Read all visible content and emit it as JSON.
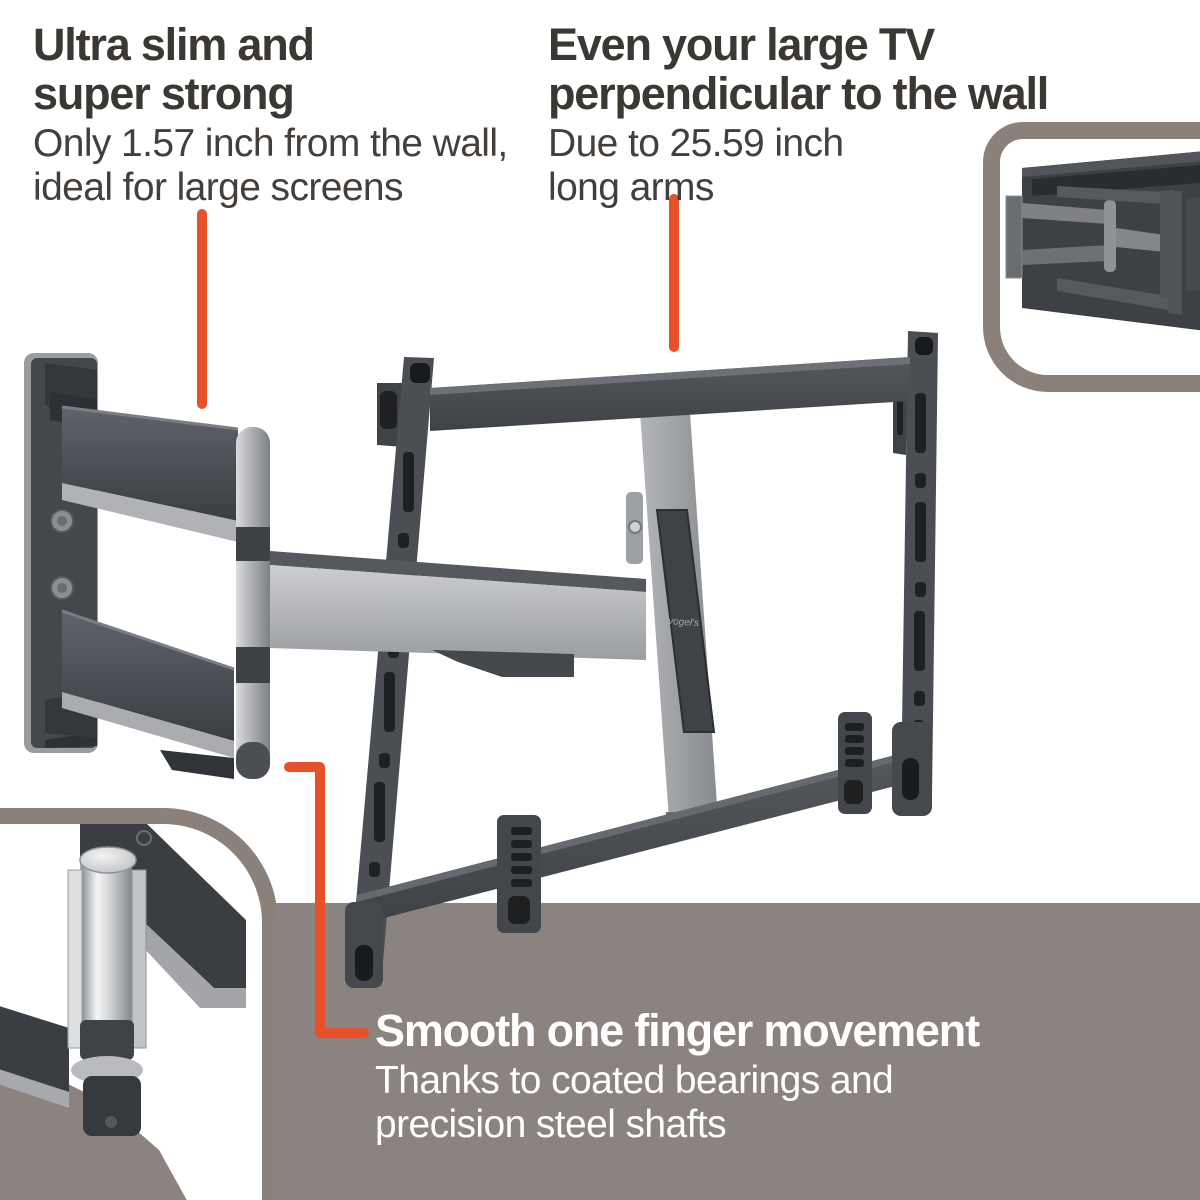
{
  "colors": {
    "accent": "#e8502a",
    "band": "#8b837f",
    "frame": "#8a817a",
    "ink": "#3b3733",
    "text-light": "#ffffff"
  },
  "features": [
    {
      "title_lines": [
        "Ultra slim and",
        "super strong"
      ],
      "subtitle_lines": [
        "Only 1.57 inch from the wall,",
        "ideal for large screens"
      ]
    },
    {
      "title_lines": [
        "Even your large TV",
        "perpendicular to the wall"
      ],
      "subtitle_lines": [
        "Due to 25.59 inch",
        "long arms"
      ]
    },
    {
      "title_lines": [
        "Smooth one finger movement"
      ],
      "subtitle_lines": [
        "Thanks to coated bearings and",
        "precision steel shafts"
      ]
    }
  ],
  "product": {
    "brand_label": "vogel's"
  }
}
